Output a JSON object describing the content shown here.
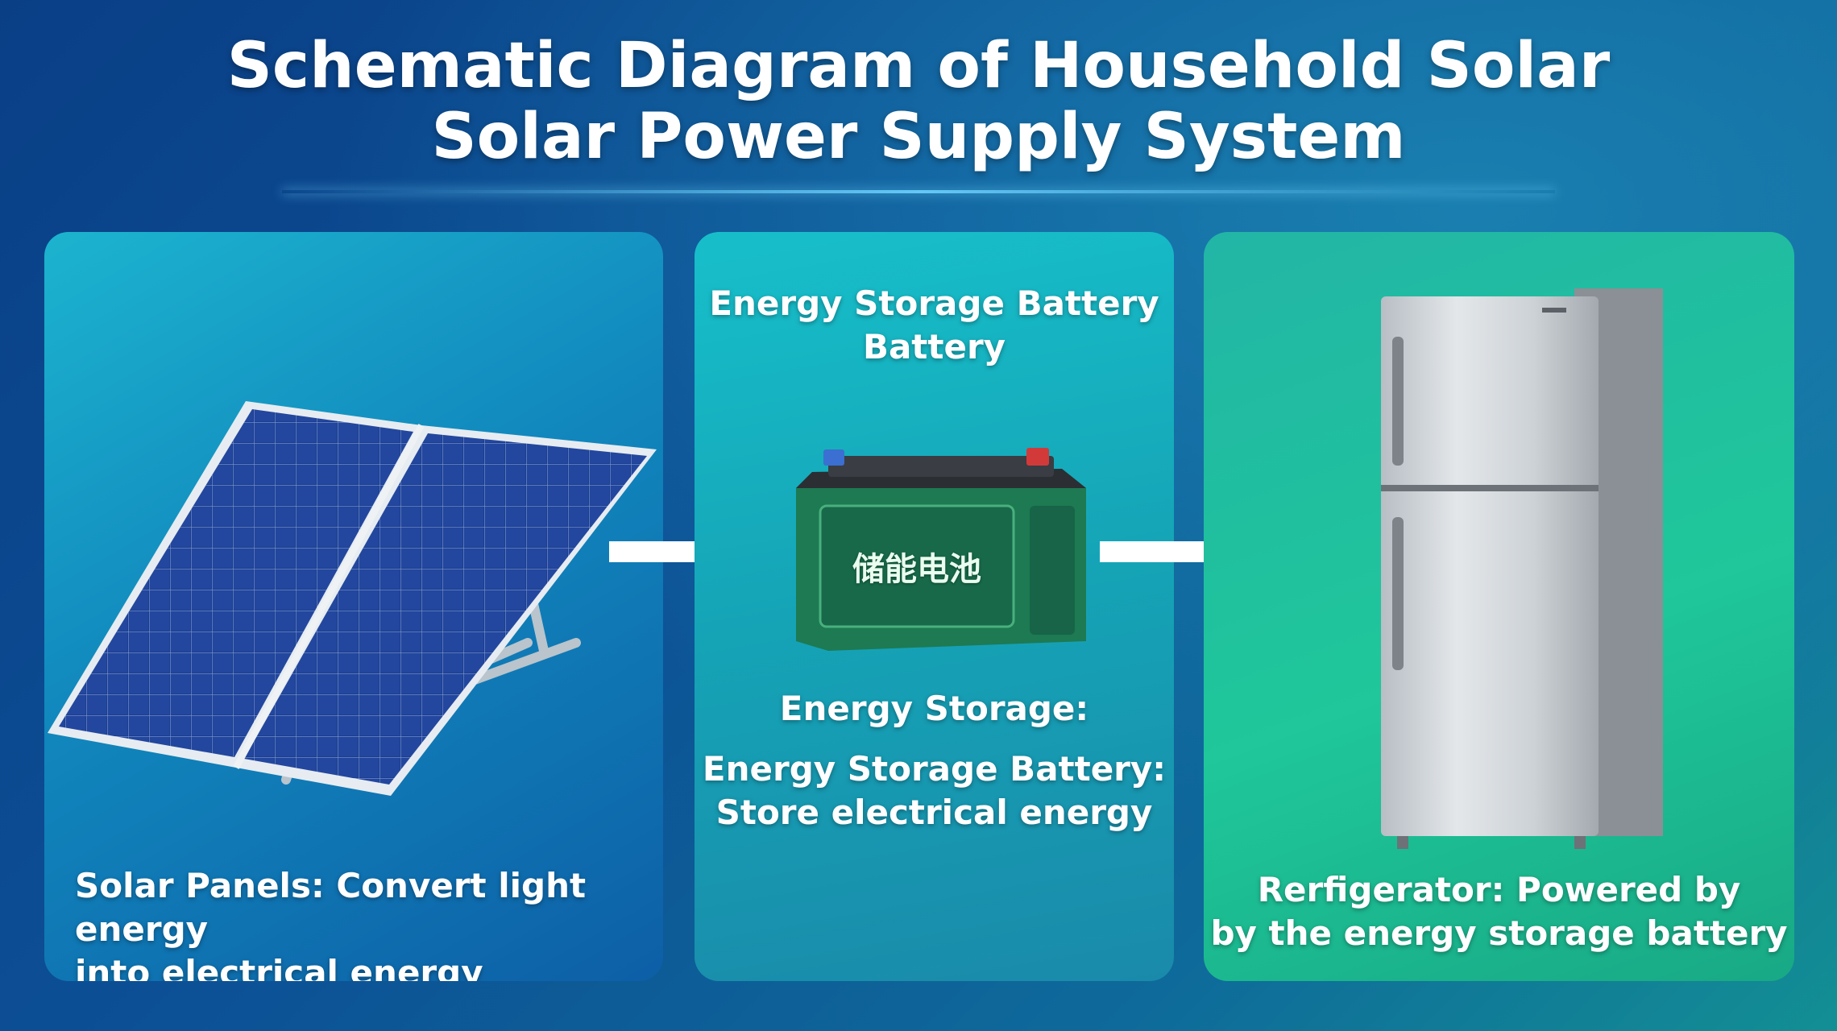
{
  "title": {
    "line1": "Schematic Diagram of Household Solar",
    "line2": "Solar Power Supply System"
  },
  "panels": {
    "solar": {
      "caption_line1": "Solar Panels: Convert light energy",
      "caption_line2": "into electrical energy"
    },
    "battery": {
      "heading_line1": "Energy Storage Battery",
      "heading_line2": "Battery",
      "battery_label": "储能电池",
      "section_title": "Energy Storage:",
      "desc_line1": "Energy Storage Battery:",
      "desc_line2": "Store electrical energy"
    },
    "fridge": {
      "caption_line1": "Rerfigerator: Powered by",
      "caption_line2": "by the energy storage battery"
    }
  },
  "colors": {
    "accent_blue": "#0c4f95",
    "battery_green": "#1d7a52",
    "arrow": "#ffffff"
  },
  "icons": [
    "solar-panel-icon",
    "arrow-right-icon",
    "battery-icon",
    "refrigerator-icon"
  ]
}
